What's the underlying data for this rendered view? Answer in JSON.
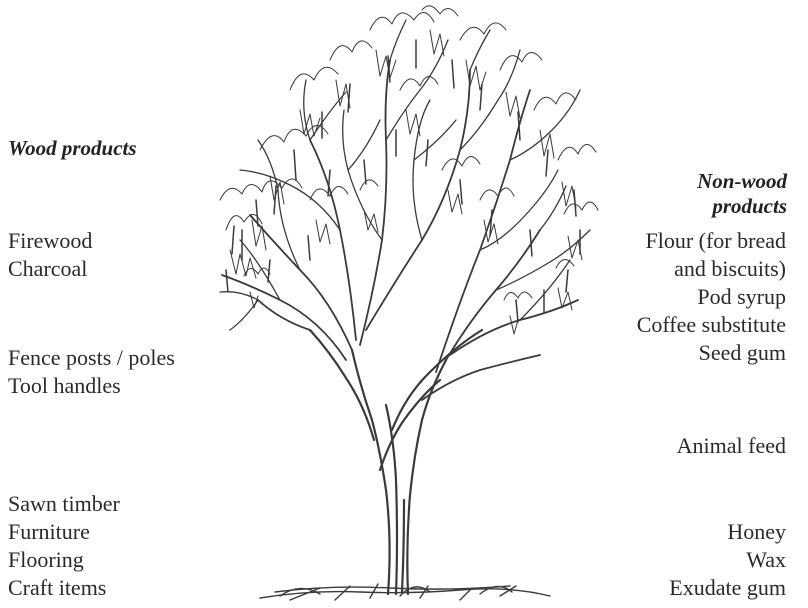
{
  "headings": {
    "wood": "Wood products",
    "non_wood_line1": "Non-wood",
    "non_wood_line2": "products"
  },
  "wood_items": [
    "Firewood",
    "Charcoal",
    "Fence posts / poles",
    "Tool handles",
    "Sawn timber",
    "Furniture",
    "Flooring",
    "Craft items"
  ],
  "non_wood_items": [
    "Flour (for bread",
    "and biscuits)",
    "Pod syrup",
    "Coffee substitute",
    "Seed gum",
    "Animal feed",
    "Honey",
    "Wax",
    "Exudate gum"
  ],
  "colors": {
    "text": "#2a2a2a",
    "ink": "#3a3a3a"
  },
  "illustration": "tree-sketch"
}
